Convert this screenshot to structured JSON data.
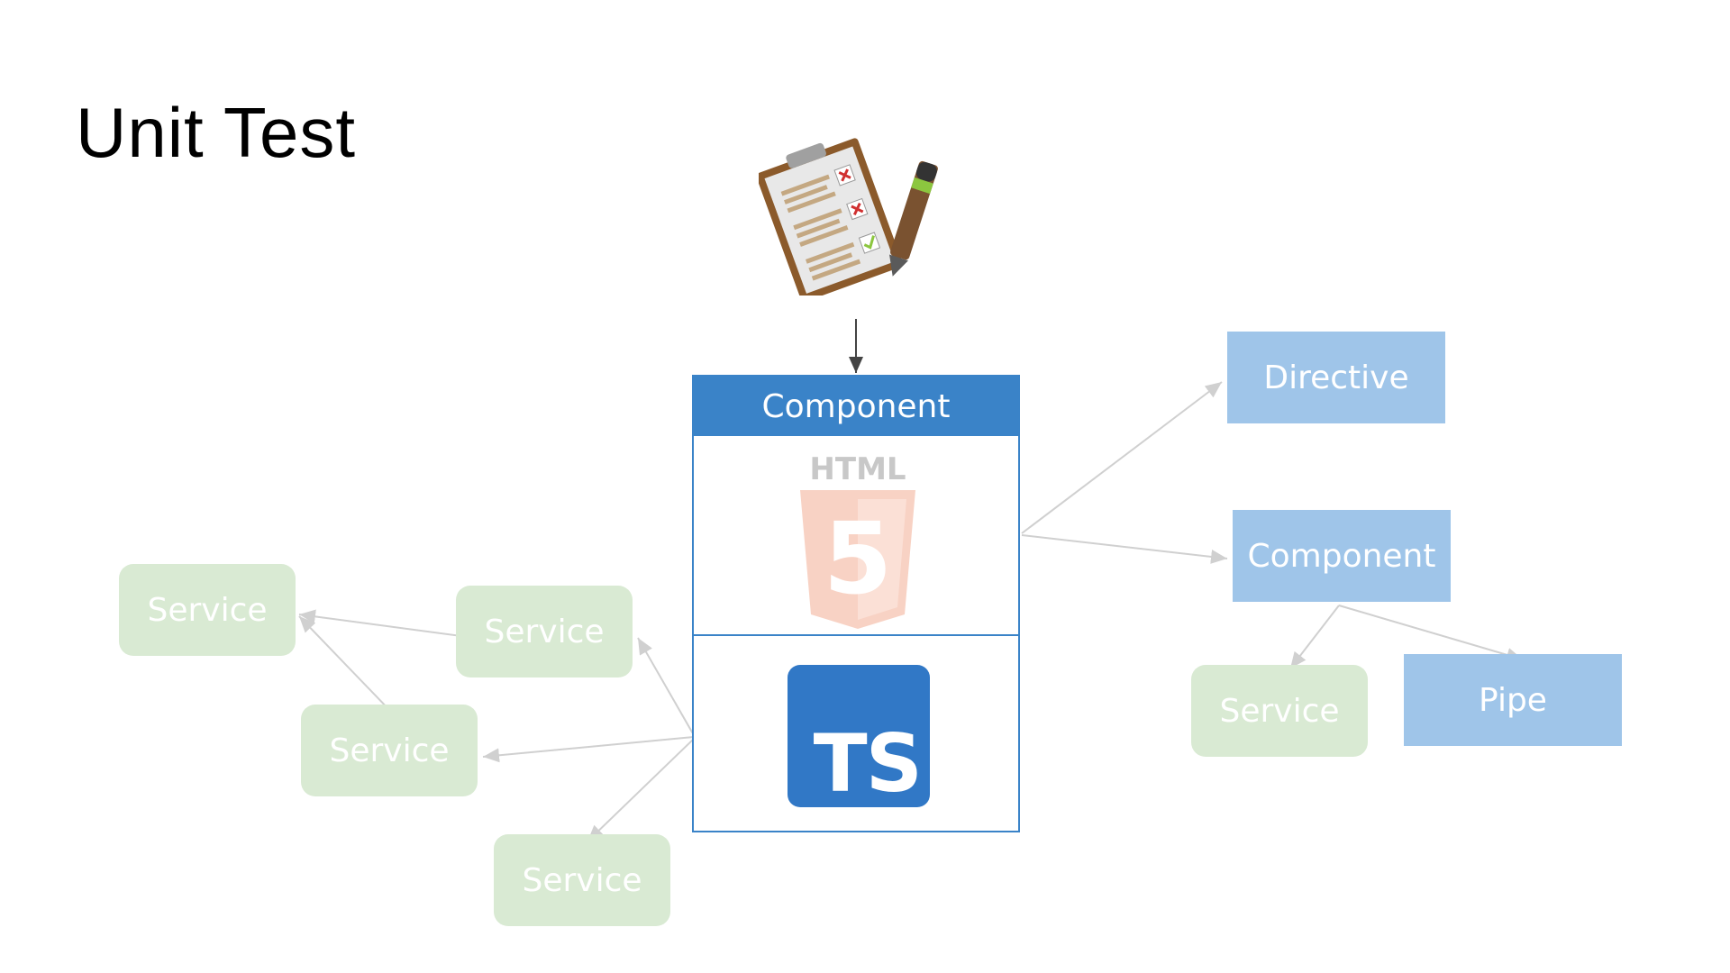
{
  "title": "Unit Test",
  "colors": {
    "component_blue": "#3a83c8",
    "light_blue": "#9fc5e9",
    "light_green": "#d9ead3",
    "connector_gray": "#d0d0d0",
    "arrow_dark": "#444444",
    "html5_orange": "#f8d2c4",
    "html5_text": "#c8c8c8",
    "ts_blue": "#3178c6"
  },
  "icons": {
    "clipboard": "clipboard-checklist-icon",
    "html": "html5-logo-icon",
    "typescript": "typescript-logo-icon"
  },
  "main_component": {
    "label": "Component",
    "html_logo_text": "HTML",
    "html_logo_number": "5",
    "ts_logo_text": "TS"
  },
  "right_nodes": {
    "directive": "Directive",
    "component": "Component",
    "service": "Service",
    "pipe": "Pipe"
  },
  "left_nodes": {
    "service_far": "Service",
    "service_upper": "Service",
    "service_middle": "Service",
    "service_lower": "Service"
  }
}
